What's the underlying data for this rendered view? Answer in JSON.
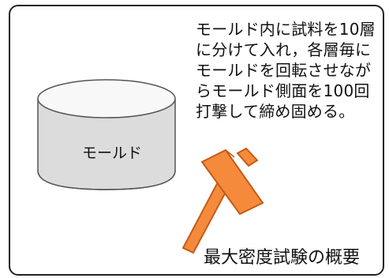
{
  "description": "モールド内に試料を10層\nに分けて入れ，各層毎に\nモールドを回転させなが\nらモールド側面を100回\n打撃して締め固める。",
  "mold_label": "モールド",
  "caption": "最大密度試験の概要",
  "colors": {
    "mold_fill_top": "#f8f8f8",
    "mold_fill_body": "#dcdcdc",
    "hammer_fill": "#f68a3c",
    "hammer_stroke": "#c35b16"
  },
  "icons": {
    "mold": "cylinder-mold-icon",
    "hammer": "hammer-icon"
  }
}
